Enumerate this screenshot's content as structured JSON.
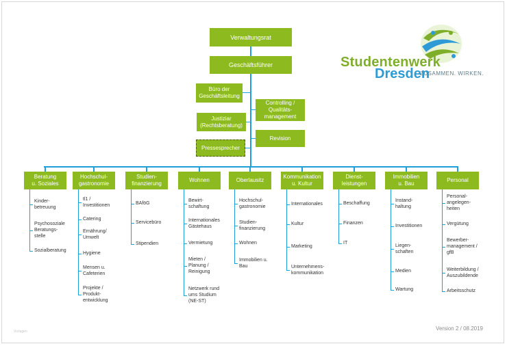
{
  "top": {
    "verwaltungsrat": "Verwaltungsrat",
    "geschaeftsfuehrer": "Geschäftsführer"
  },
  "staff": {
    "buero": "Büro der\nGeschäftsleitung",
    "controlling": "Controlling /\nQualitäts-\nmanagement",
    "justiziar": "Justiziar\n(Rechtsberatung)",
    "revision": "Revision",
    "pressesprecher": "Pressesprecher"
  },
  "departments": [
    {
      "title": "Beratung\nu. Soziales",
      "items": [
        "Kinder-\nbetreuung",
        "Psychosoziale\nBeratungs-\nstelle",
        "Sozialberatung"
      ]
    },
    {
      "title": "Hochschul-\ngastronomie",
      "items": [
        "tl1 /\nInvestitionen",
        "Catering",
        "Ernährung/\nUmwelt",
        "Hygiene",
        "Mensen u.\nCafeterien",
        "Projekte /\nProdukt-\nentwicklung"
      ]
    },
    {
      "title": "Studien-\nfinanzierung",
      "items": [
        "BAföG",
        "Servicebüro",
        "Stipendien"
      ]
    },
    {
      "title": "Wohnen",
      "items": [
        "Bewirt-\nschaftung",
        "Internationales\nGästehaus",
        "Vermietung",
        "Mieten /\nPlanung /\nReinigung",
        "Netzwerk rund\nums Studium\n(NE-ST)"
      ]
    },
    {
      "title": "Oberlausitz",
      "items": [
        "Hochschul-\ngastronomie",
        "Studien-\nfinanzierung",
        "Wohnen",
        "Immobilien u.\nBau"
      ]
    },
    {
      "title": "Kommunikation\nu. Kultur",
      "items": [
        "Internationales",
        "Kultur",
        "Marketing",
        "Unternehmens-\nkommunikation"
      ]
    },
    {
      "title": "Dienst-\nleistungen",
      "items": [
        "Beschaffung",
        "Finanzen",
        "IT"
      ]
    },
    {
      "title": "Immobilien\nu. Bau",
      "items": [
        "Instand-\nhaltung",
        "Investitionen",
        "Liegen-\nschaften",
        "Medien",
        "Wartung"
      ]
    },
    {
      "title": "Personal",
      "items": [
        "Personal-\nangelegen-\nheiten",
        "Vergütung",
        "Bewerber-\nmanagement /\ngfB",
        "Weiterbildung /\nAuszubildende",
        "Arbeitsschutz"
      ]
    }
  ],
  "logo": {
    "word1": "Studentenwerk",
    "word2": "Dresden",
    "tagline": "ZUSAMMEN. WIRKEN."
  },
  "version": "Version 2 / 08.2019",
  "vorlage": "Vorlagen",
  "colors": {
    "box": "#8dbb1f",
    "line": "#1f9fd8",
    "logo_green": "#7fae2a",
    "logo_blue": "#2e9bd6"
  }
}
